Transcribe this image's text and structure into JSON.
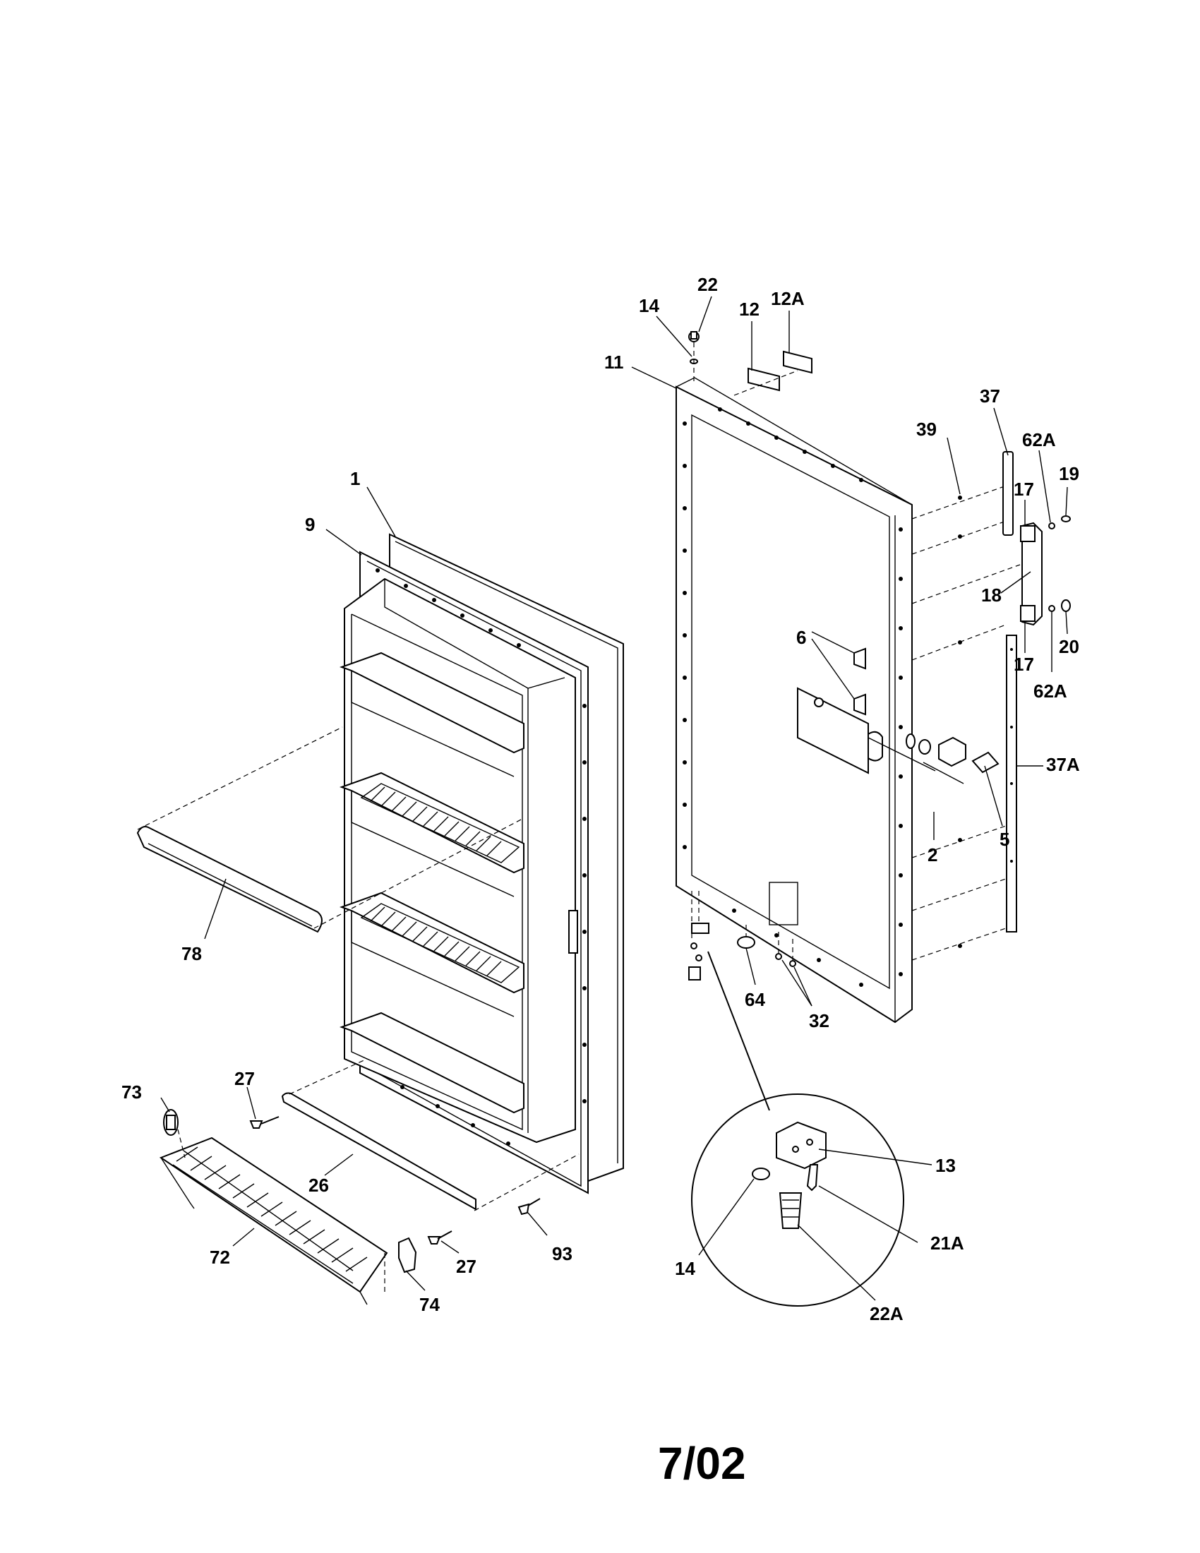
{
  "diagram": {
    "callouts": {
      "c1": "1",
      "c9": "9",
      "c11": "11",
      "c12": "12",
      "c12a": "12A",
      "c14_top": "14",
      "c22": "22",
      "c37": "37",
      "c39": "39",
      "c62a_top": "62A",
      "c19": "19",
      "c17_top": "17",
      "c18": "18",
      "c20": "20",
      "c17_bottom": "17",
      "c62a_bottom": "62A",
      "c6": "6",
      "c37a": "37A",
      "c5": "5",
      "c2": "2",
      "c78": "78",
      "c64": "64",
      "c32": "32",
      "c27_top": "27",
      "c73": "73",
      "c26": "26",
      "c72": "72",
      "c27_bottom": "27",
      "c93": "93",
      "c74": "74",
      "c13": "13",
      "c14_detail": "14",
      "c21a": "21A",
      "c22a": "22A"
    },
    "footer": "7/02"
  }
}
